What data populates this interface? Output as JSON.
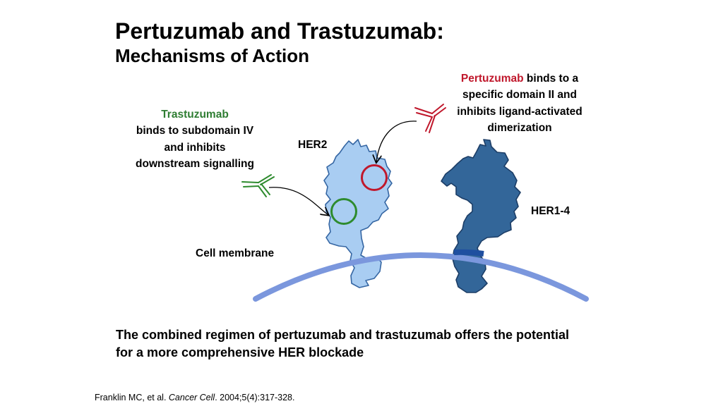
{
  "title": {
    "line1": "Pertuzumab and Trastuzumab:",
    "line2": "Mechanisms of Action"
  },
  "trastuzumab_note": {
    "name": "Trastuzumab",
    "line1": "binds to subdomain IV",
    "line2": "and inhibits",
    "line3": "downstream signalling"
  },
  "pertuzumab_note": {
    "name": "Pertuzumab",
    "line1_rest": " binds to a",
    "line2": "specific domain II and",
    "line3": "inhibits ligand-activated",
    "line4": "dimerization"
  },
  "labels": {
    "her2": "HER2",
    "her1_4": "HER1-4",
    "cell_membrane": "Cell membrane"
  },
  "conclusion": {
    "line1": "The combined regimen of pertuzumab and trastuzumab offers the potential",
    "line2": "for a more comprehensive HER blockade"
  },
  "citation": {
    "authors": "Franklin MC, et al. ",
    "journal": "Cancer Cell",
    "details": ". 2004;5(4):317-328."
  },
  "colors": {
    "trastuzumab": "#2e7d32",
    "pertuzumab": "#c0182c",
    "her2_fill": "#a9cdf2",
    "her1_4_fill": "#336699",
    "membrane": "#7b97dd"
  }
}
